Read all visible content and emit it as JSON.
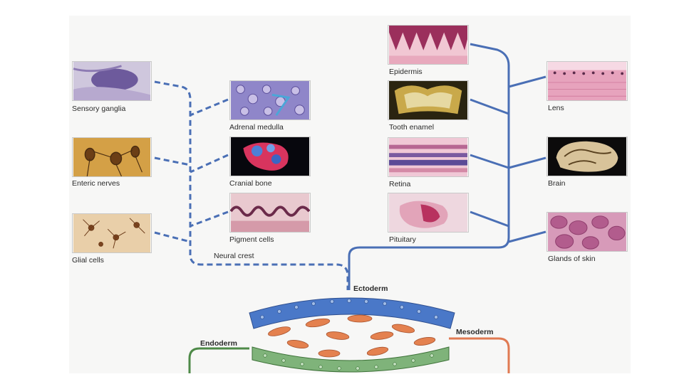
{
  "tissues": {
    "sensory_ganglia": "Sensory ganglia",
    "enteric_nerves": "Enteric nerves",
    "glial_cells": "Glial cells",
    "adrenal_medulla": "Adrenal medulla",
    "cranial_bone": "Cranial bone",
    "pigment_cells": "Pigment cells",
    "epidermis": "Epidermis",
    "tooth_enamel": "Tooth enamel",
    "retina": "Retina",
    "pituitary": "Pituitary",
    "lens": "Lens",
    "brain": "Brain",
    "glands_of_skin": "Glands of skin"
  },
  "lineages": {
    "neural_crest": "Neural crest",
    "ectoderm": "Ectoderm",
    "mesoderm": "Mesoderm",
    "endoderm": "Endoderm"
  },
  "colors": {
    "ectoderm": "#4a6fb5",
    "neural_crest": "#4a6fb5",
    "mesoderm": "#e07a52",
    "endoderm": "#4e8a48"
  }
}
